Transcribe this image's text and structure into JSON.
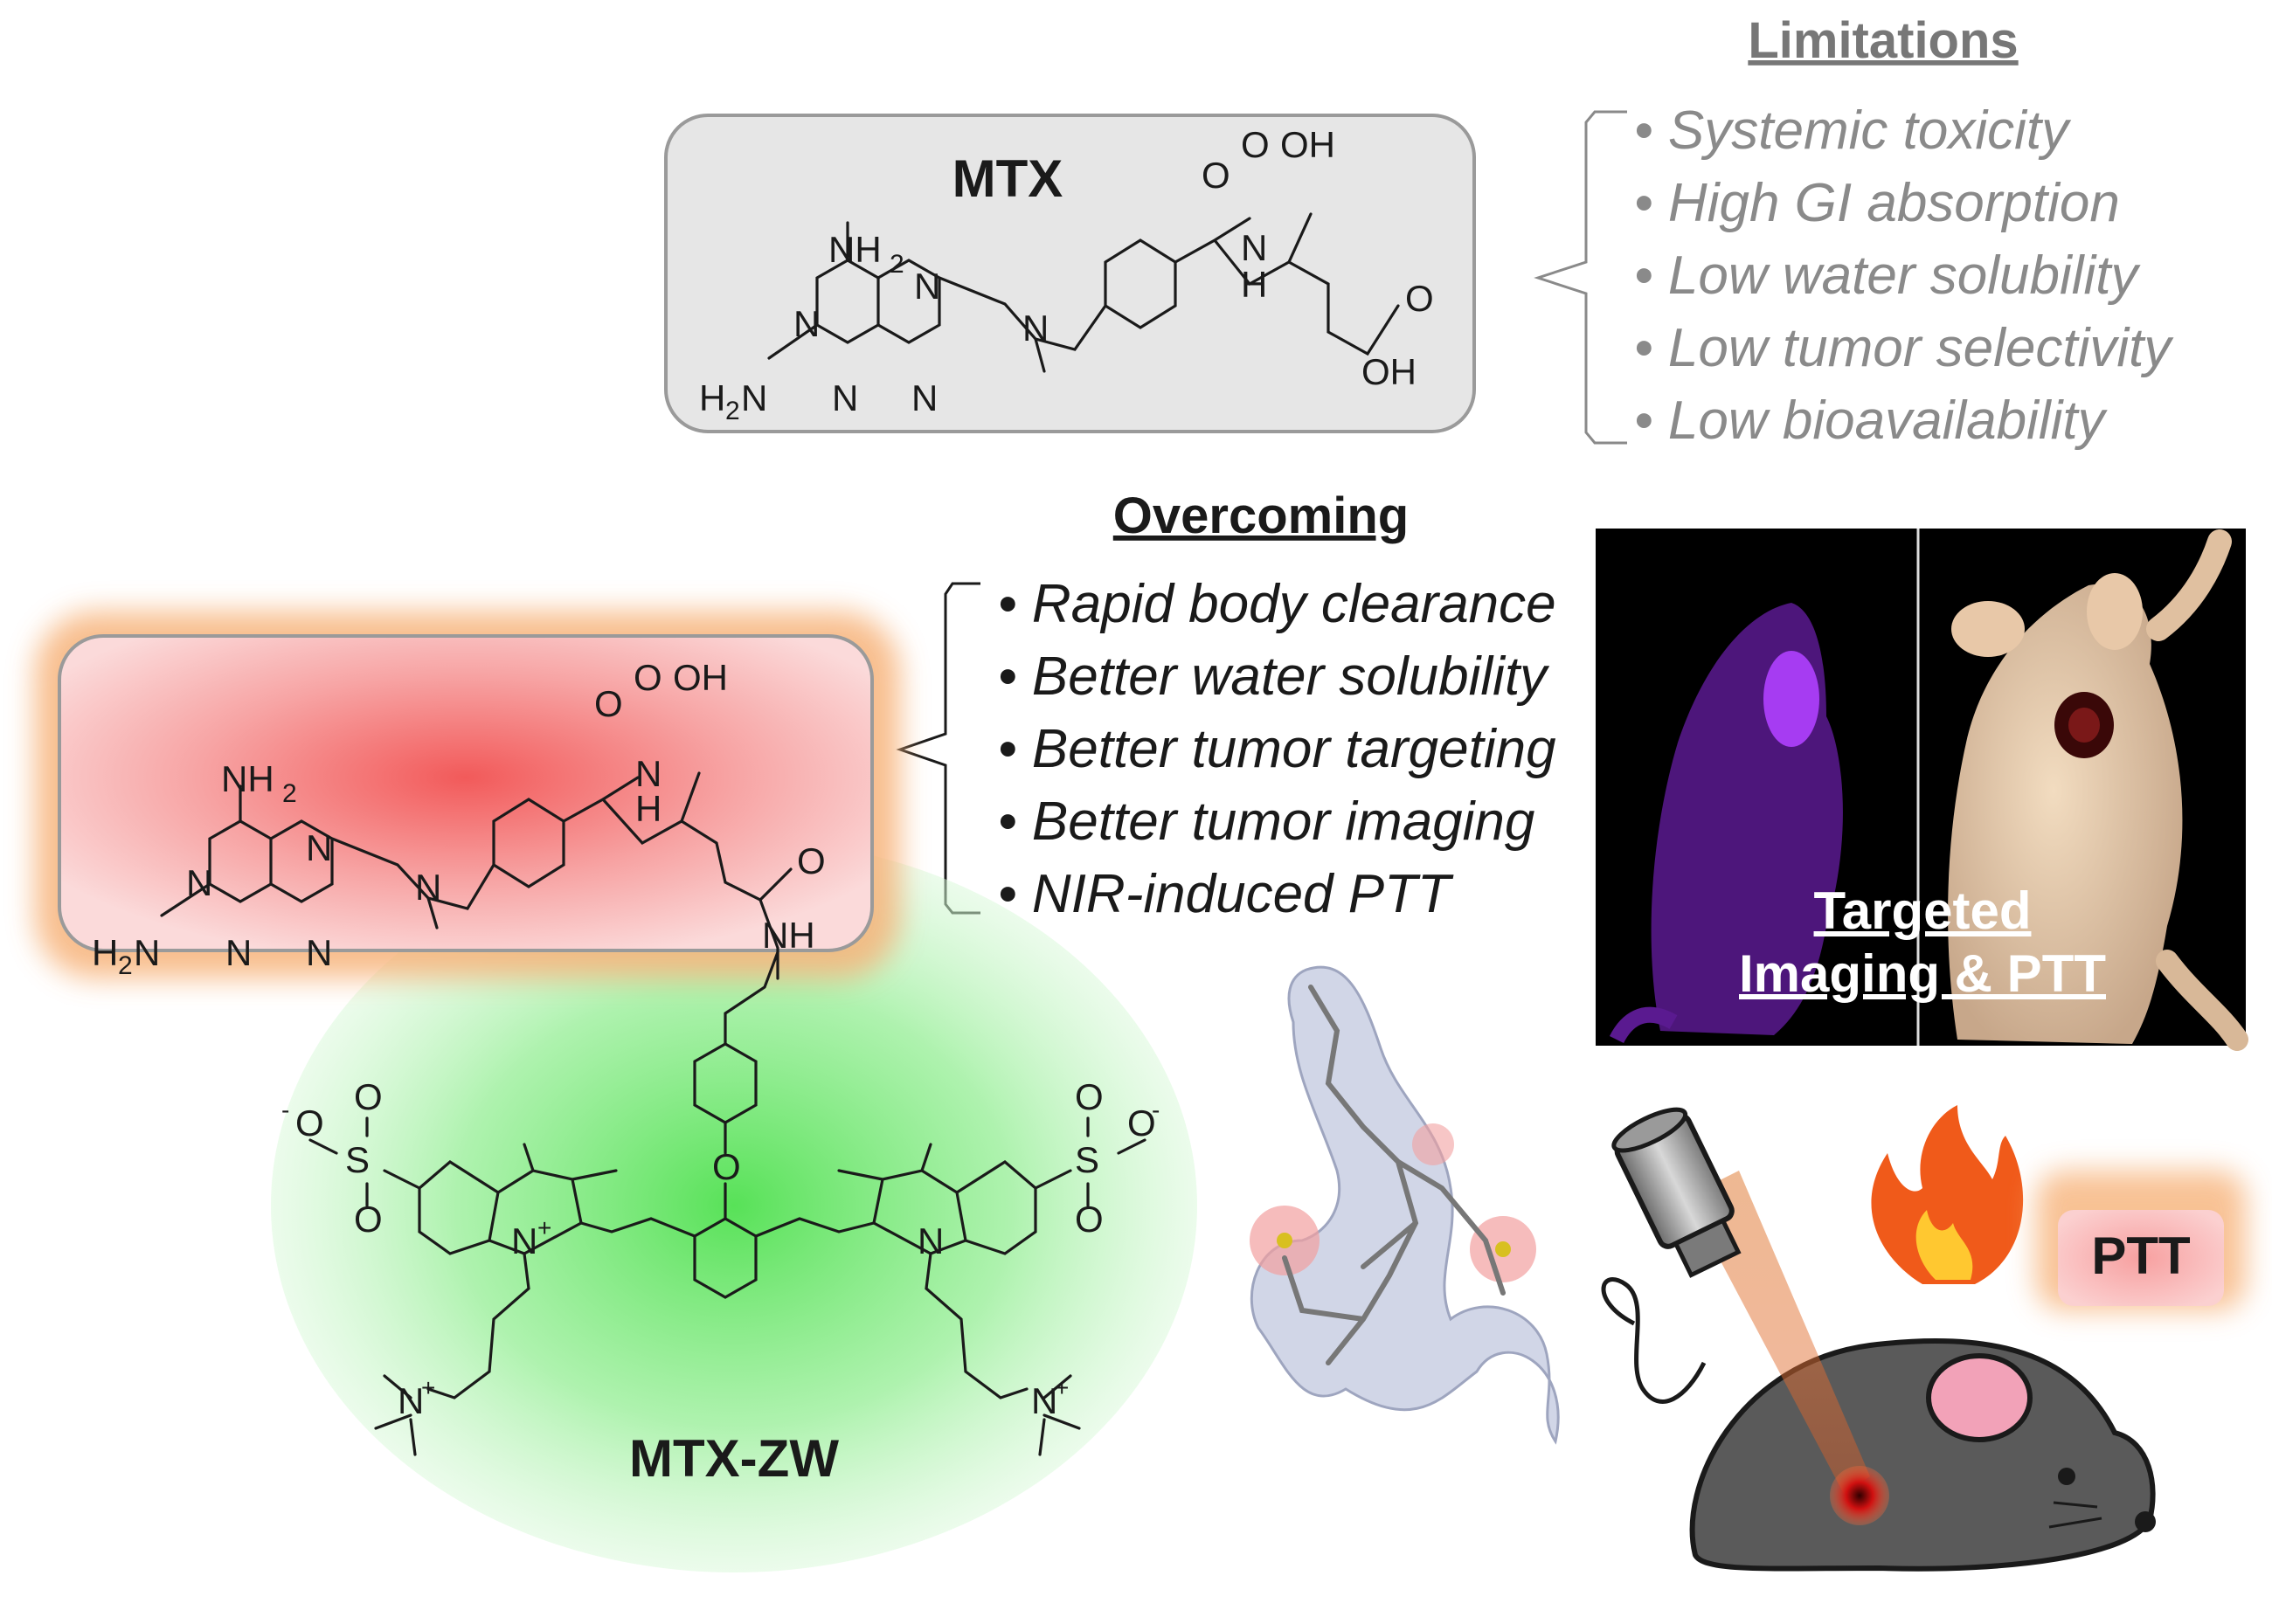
{
  "limitations": {
    "title": "Limitations",
    "items": [
      "• Systemic toxicity",
      "• High GI absorption",
      "• Low water solubility",
      "• Low tumor selectivity",
      "• Low bioavailability"
    ]
  },
  "overcoming": {
    "title": "Overcoming",
    "items": [
      "• Rapid body clearance",
      "• Better water solubility",
      "• Better tumor targeting",
      "• Better tumor imaging",
      "• NIR-induced PTT"
    ]
  },
  "mtx": {
    "label": "MTX",
    "atoms": {
      "n": "N",
      "h": "H",
      "h2": "2",
      "nh": "NH",
      "nh2": "NH",
      "h2n": "H",
      "h2n_n": "N",
      "o": "O",
      "oh": "OH",
      "s": "S",
      "plus": "+",
      "minus": "-"
    }
  },
  "conjugate": {
    "label": "MTX-ZW"
  },
  "photo": {
    "caption_line1": "Targeted",
    "caption_line2": "Imaging & PTT"
  },
  "ptt_badge": {
    "label": "PTT"
  },
  "icons": [
    "laser-probe-icon",
    "fire-icon",
    "mouse-icon",
    "molecular-model-icon"
  ],
  "colors": {
    "mtx_box": "#e6e6e6",
    "red_box": "#f6a0a0",
    "orange_glow": "#f7b37a",
    "green_blob": "#7fe37f",
    "title": "#777777",
    "limitation_text": "#8a8a8a",
    "overcoming_text": "#1a1a1a",
    "mouse_body": "#5a5a5a",
    "ear_pink": "#f2a2b8",
    "fluorescence": "#9a30ff"
  }
}
